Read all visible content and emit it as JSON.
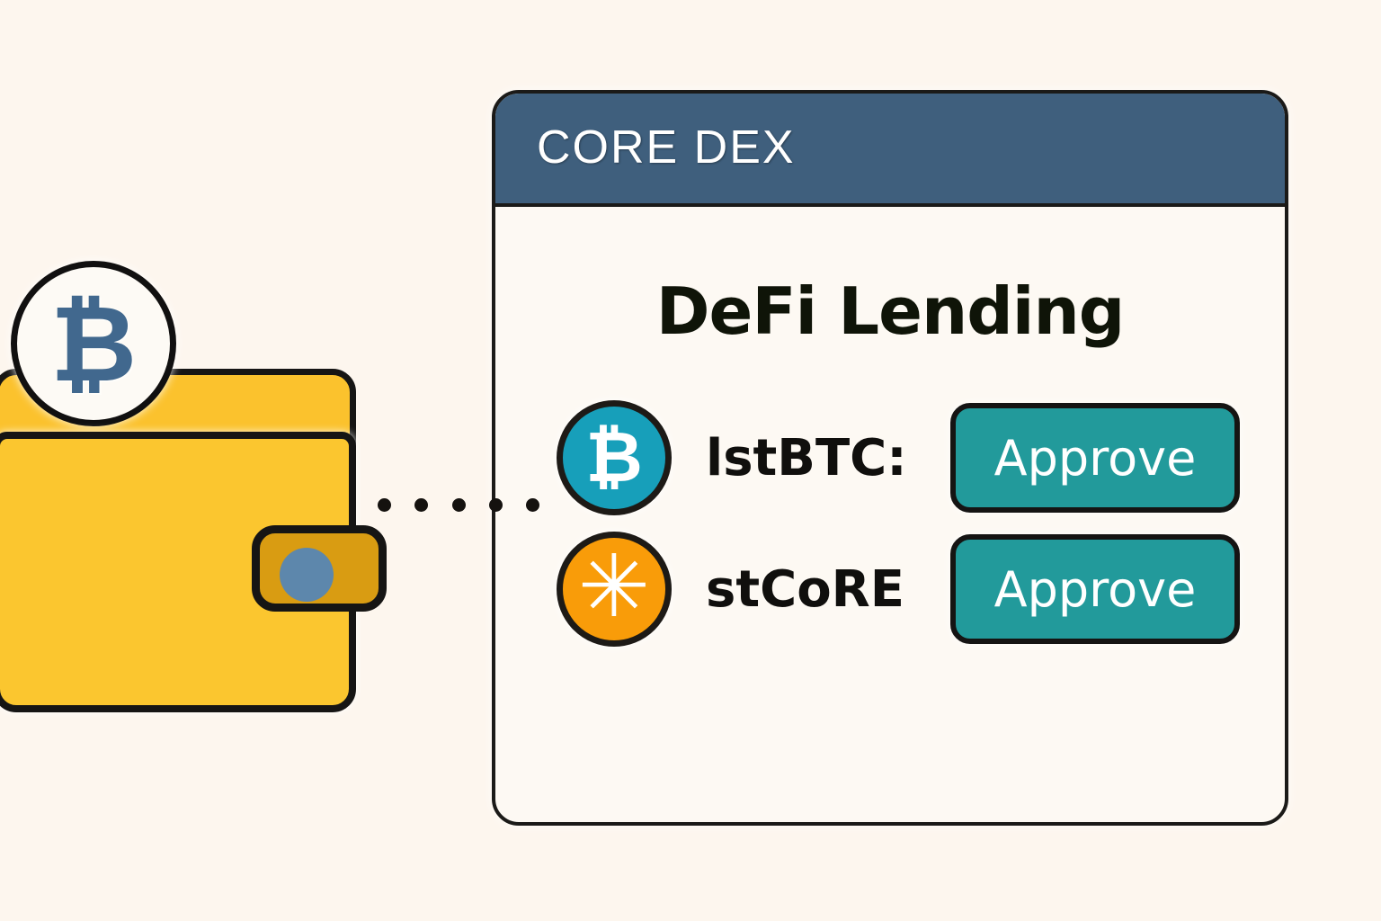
{
  "canvas": {
    "background_color": "#fdf6ee"
  },
  "wallet": {
    "name": "crypto-wallet",
    "body_color": "#fbc62f",
    "clasp_color": "#d99c12",
    "clasp_dot_color": "#5d87ac",
    "outline_color": "#161514",
    "coin": {
      "icon": "bitcoin-icon",
      "glyph": "₿",
      "face_color": "#fdfaf5",
      "glyph_color": "#41688e"
    }
  },
  "connector": {
    "style": "dotted",
    "dot_color": "#15120f",
    "dot_count": 5
  },
  "card": {
    "header": {
      "title": "CORE DEX",
      "background_color": "#3f5f7d",
      "text_color": "#ffffff"
    },
    "body": {
      "background_color": "#fdf9f3",
      "heading": "DeFi Lending"
    },
    "border_color": "#1b1a18",
    "tokens": [
      {
        "label": "lstBTC:",
        "icon": "bitcoin-coin-icon",
        "glyph": "₿",
        "icon_color": "#179fba",
        "glyph_color": "#ffffff",
        "action_label": "Approve",
        "action_color": "#229a9b"
      },
      {
        "label": "stCoRE",
        "icon": "core-asterisk-coin-icon",
        "glyph": "✳",
        "icon_color": "#f99c09",
        "glyph_color": "#ffffff",
        "action_label": "Approve",
        "action_color": "#229a9b"
      }
    ]
  }
}
